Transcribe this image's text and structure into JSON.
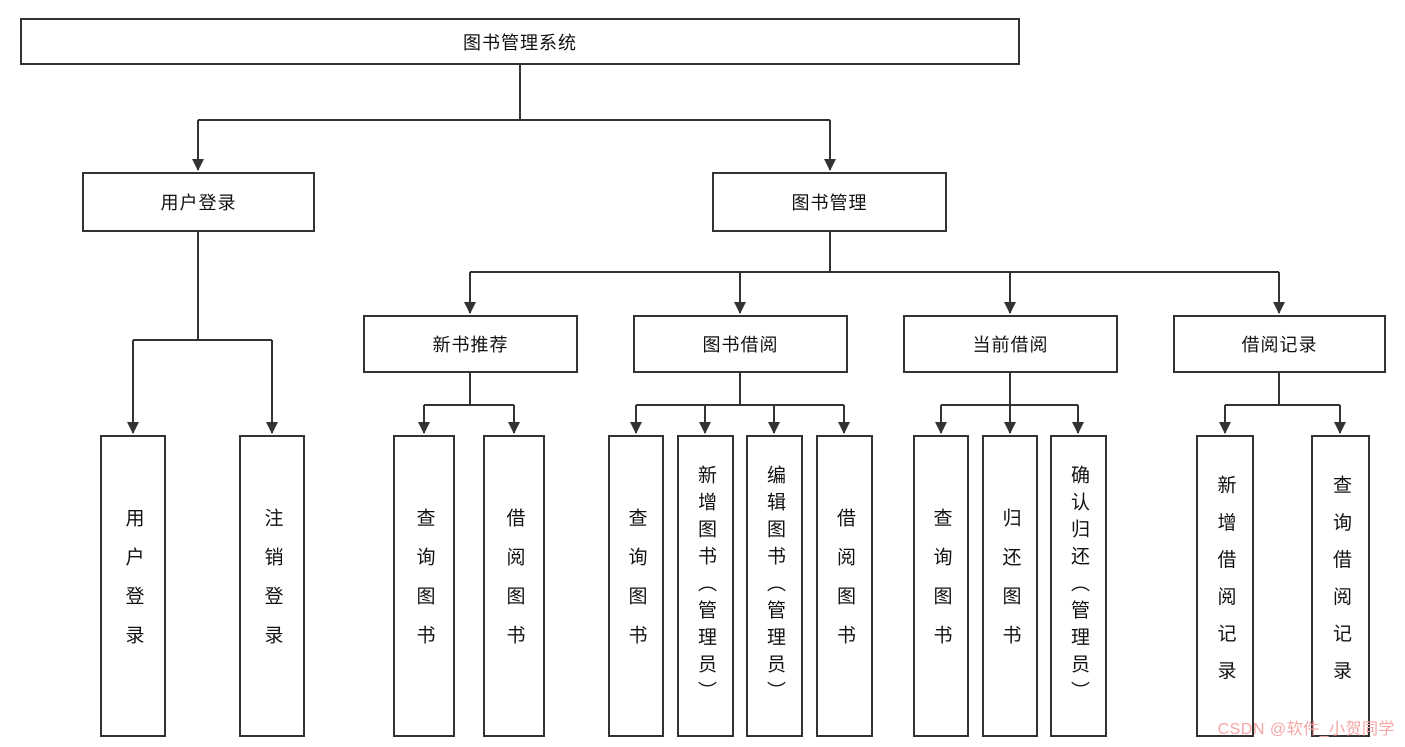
{
  "diagram": {
    "root_label": "图书管理系统",
    "user_login": {
      "label": "用户登录",
      "children": [
        "用户登录",
        "注销登录"
      ]
    },
    "book_management": {
      "label": "图书管理",
      "groups": [
        {
          "label": "新书推荐",
          "children": [
            "查询图书",
            "借阅图书"
          ]
        },
        {
          "label": "图书借阅",
          "children": [
            "查询图书",
            "新增图书（管理员）",
            "编辑图书（管理员）",
            "借阅图书"
          ]
        },
        {
          "label": "当前借阅",
          "children": [
            "查询图书",
            "归还图书",
            "确认归还（管理员）"
          ]
        },
        {
          "label": "借阅记录",
          "children": [
            "新增借阅记录",
            "查询借阅记录"
          ]
        }
      ]
    }
  },
  "watermark": "CSDN @软件_小贺同学"
}
